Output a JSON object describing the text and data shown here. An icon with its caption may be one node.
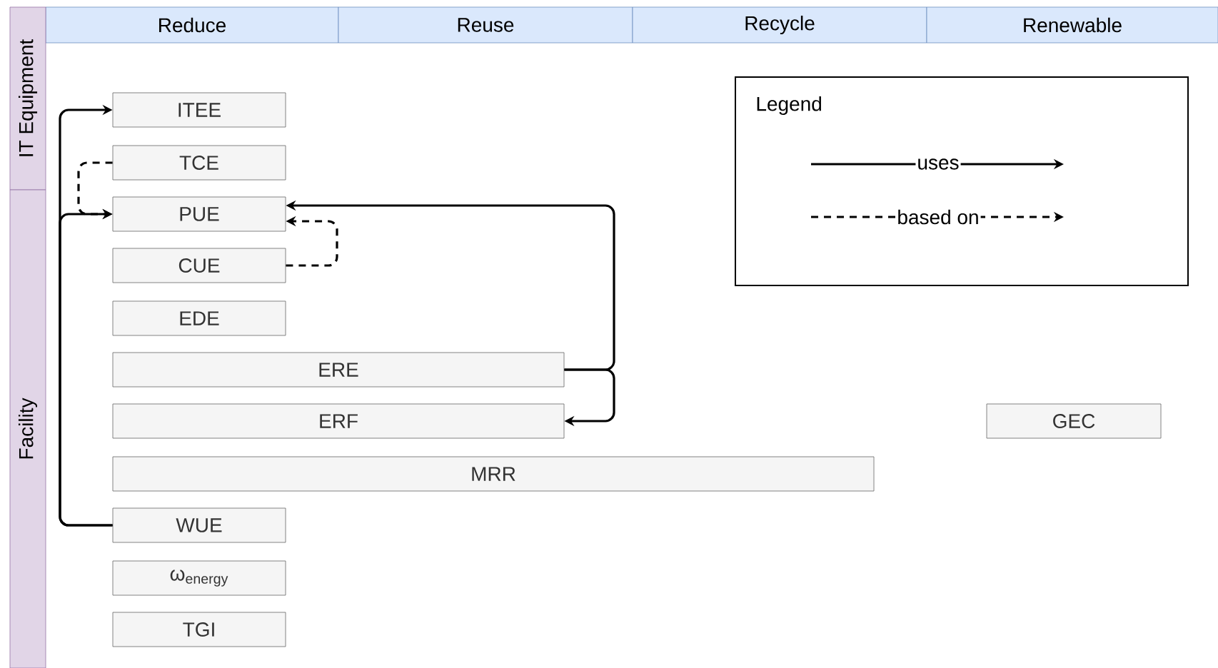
{
  "diagram": {
    "nodes": [
      {
        "text": [
          "Reduce"
        ]
      },
      {
        "text": [
          "Reuse"
        ]
      },
      {
        "text": [
          "Recycle"
        ]
      },
      {
        "text": [
          "Renewable"
        ]
      },
      {
        "text": [
          "IT Equipment"
        ]
      },
      {
        "text": [
          "Facility"
        ]
      },
      {
        "text": [
          "ITEE"
        ]
      },
      {
        "text": [
          "TCE"
        ]
      },
      {
        "text": [
          "PUE"
        ]
      },
      {
        "text": [
          "CUE"
        ]
      },
      {
        "text": [
          "EDE"
        ]
      },
      {
        "text": [
          "ERE"
        ]
      },
      {
        "text": [
          "ERF"
        ]
      },
      {
        "text": [
          "MRR"
        ]
      },
      {
        "text": [
          "WUE"
        ]
      },
      {
        "text": [
          "ω$_{energy}$"
        ]
      },
      {
        "text": [
          "TGI"
        ]
      },
      {
        "text": [
          "GEC"
        ]
      },
      {
        "text": [
          "Legend"
        ]
      }
    ],
    "edges": [
      {
        "from": 14,
        "to": 6,
        "arrow": "to"
      },
      {
        "from": 14,
        "to": 8,
        "arrow": "to"
      },
      {
        "from": 7,
        "to": 8,
        "arrow": "to",
        "style": "dashed"
      },
      {
        "from": 9,
        "to": 8,
        "arrow": "to",
        "style": "dashed"
      },
      {
        "from": 11,
        "to": 8,
        "arrow": "to"
      },
      {
        "from": 11,
        "to": 12,
        "arrow": "to"
      }
    ],
    "legend": [
      {
        "text": "uses"
      },
      {
        "text": "based on"
      }
    ]
  }
}
